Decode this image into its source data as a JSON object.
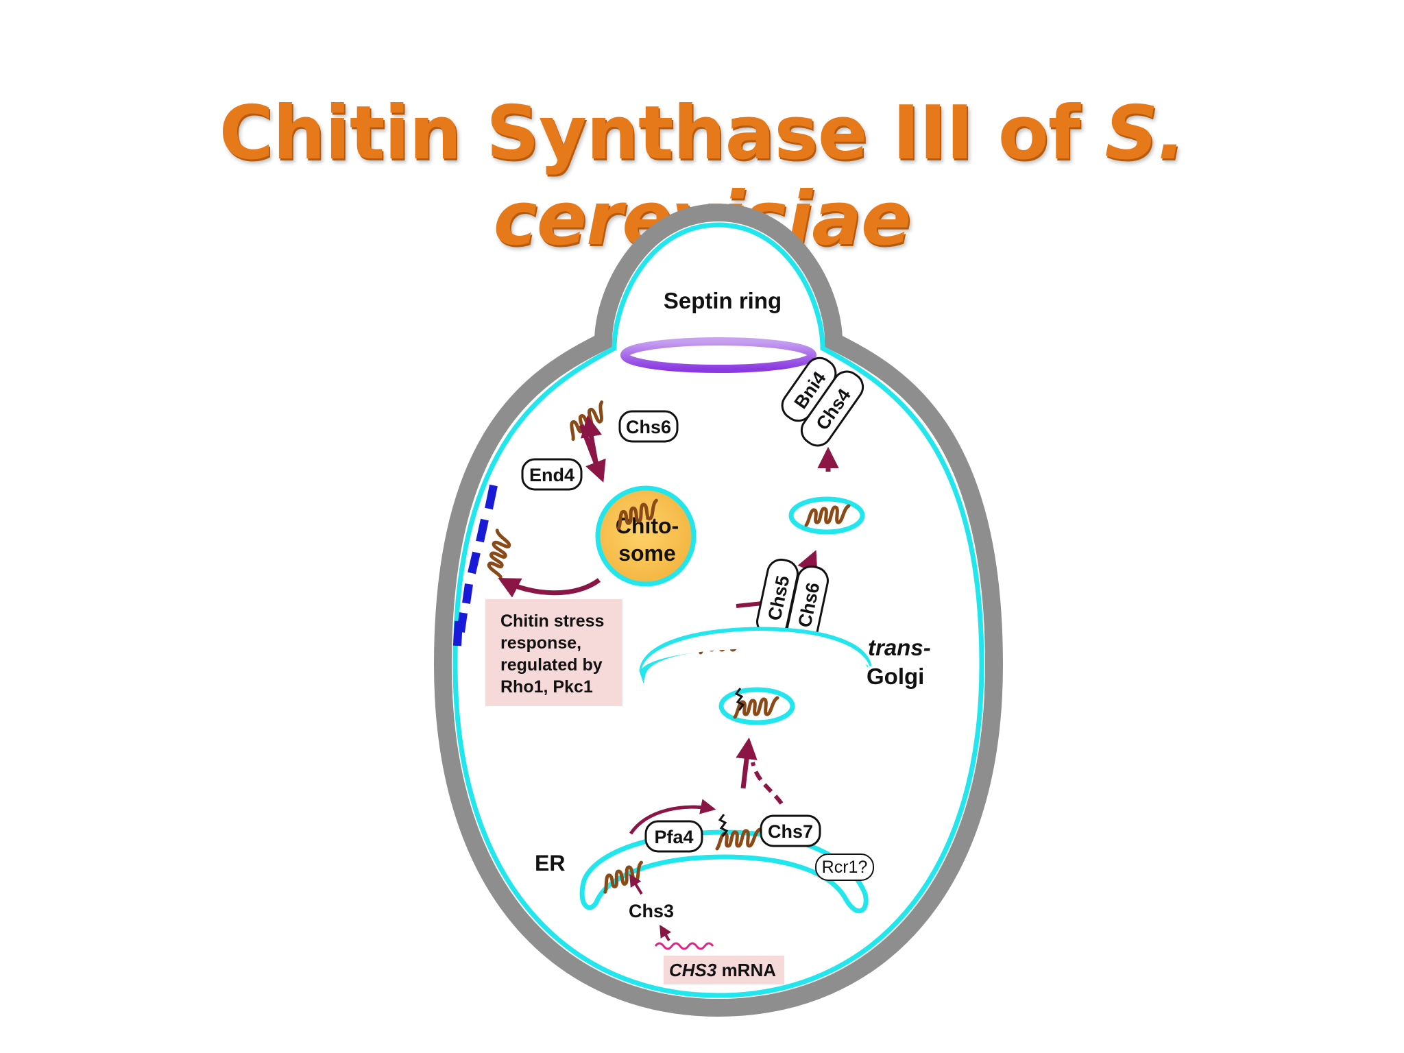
{
  "title": {
    "main": "Chitin Synthase III of ",
    "species": "S. cerevisiae"
  },
  "colors": {
    "wall": "#8e8e8e",
    "membrane": "#22e6ee",
    "arrow": "#8b1545",
    "chitin_coil": "#8a4a18",
    "septin": "#a060e0",
    "chitosome": "#f7c050",
    "stress_box": "#f6dada",
    "blue_bars": "#1919d8",
    "mrna": "#e0208a"
  },
  "labels": {
    "septin_ring": "Septin ring",
    "chs6_top": "Chs6",
    "end4": "End4",
    "chitosome_1": "Chito-",
    "chitosome_2": "some",
    "bni4": "Bni4",
    "chs4": "Chs4",
    "chs5": "Chs5",
    "chs6_golgi": "Chs6",
    "trans": "trans-",
    "golgi": "Golgi",
    "stress_1": "Chitin stress",
    "stress_2": "response,",
    "stress_3": "regulated by",
    "stress_4": "Rho1, Pkc1",
    "pfa4": "Pfa4",
    "chs7": "Chs7",
    "rcr1": "Rcr1?",
    "er": "ER",
    "chs3": "Chs3",
    "mrna_gene": "CHS3",
    "mrna_suffix": " mRNA"
  },
  "icons": [
    "chitin-coil-icon",
    "palmitoyl-squiggle-icon",
    "mrna-wave-icon"
  ]
}
